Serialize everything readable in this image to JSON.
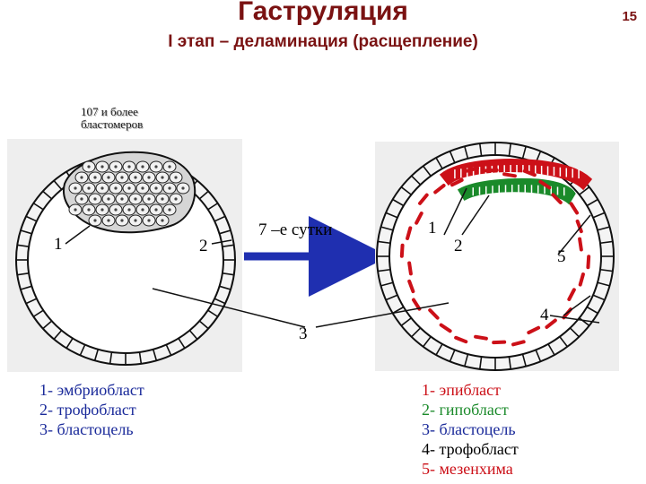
{
  "header": {
    "title": "Гаструляция",
    "subtitle": "I этап – деламинация (расщепление)",
    "slide_number": "15"
  },
  "note": {
    "line1": "107 и более",
    "line2": "бластомеров"
  },
  "arrow_label": "7 –е сутки",
  "left_figure": {
    "labels": {
      "l1": "1",
      "l2": "2",
      "l3": "3"
    },
    "legend": [
      "1- эмбриобласт",
      "2- трофобласт",
      "3- бластоцель"
    ]
  },
  "right_figure": {
    "labels": {
      "r1": "1",
      "r2": "2",
      "r4": "4",
      "r5": "5"
    },
    "legend": [
      "1- эпибласт",
      "2- гипобласт",
      "3- бластоцель",
      "4- трофобласт",
      "5- мезенхима"
    ]
  },
  "colors": {
    "title": "#7a1212",
    "epiblast": "#cc1018",
    "hypoblast": "#1a8a2a",
    "arrow": "#1f2fb0",
    "mesenchyme": "#cc1018"
  }
}
